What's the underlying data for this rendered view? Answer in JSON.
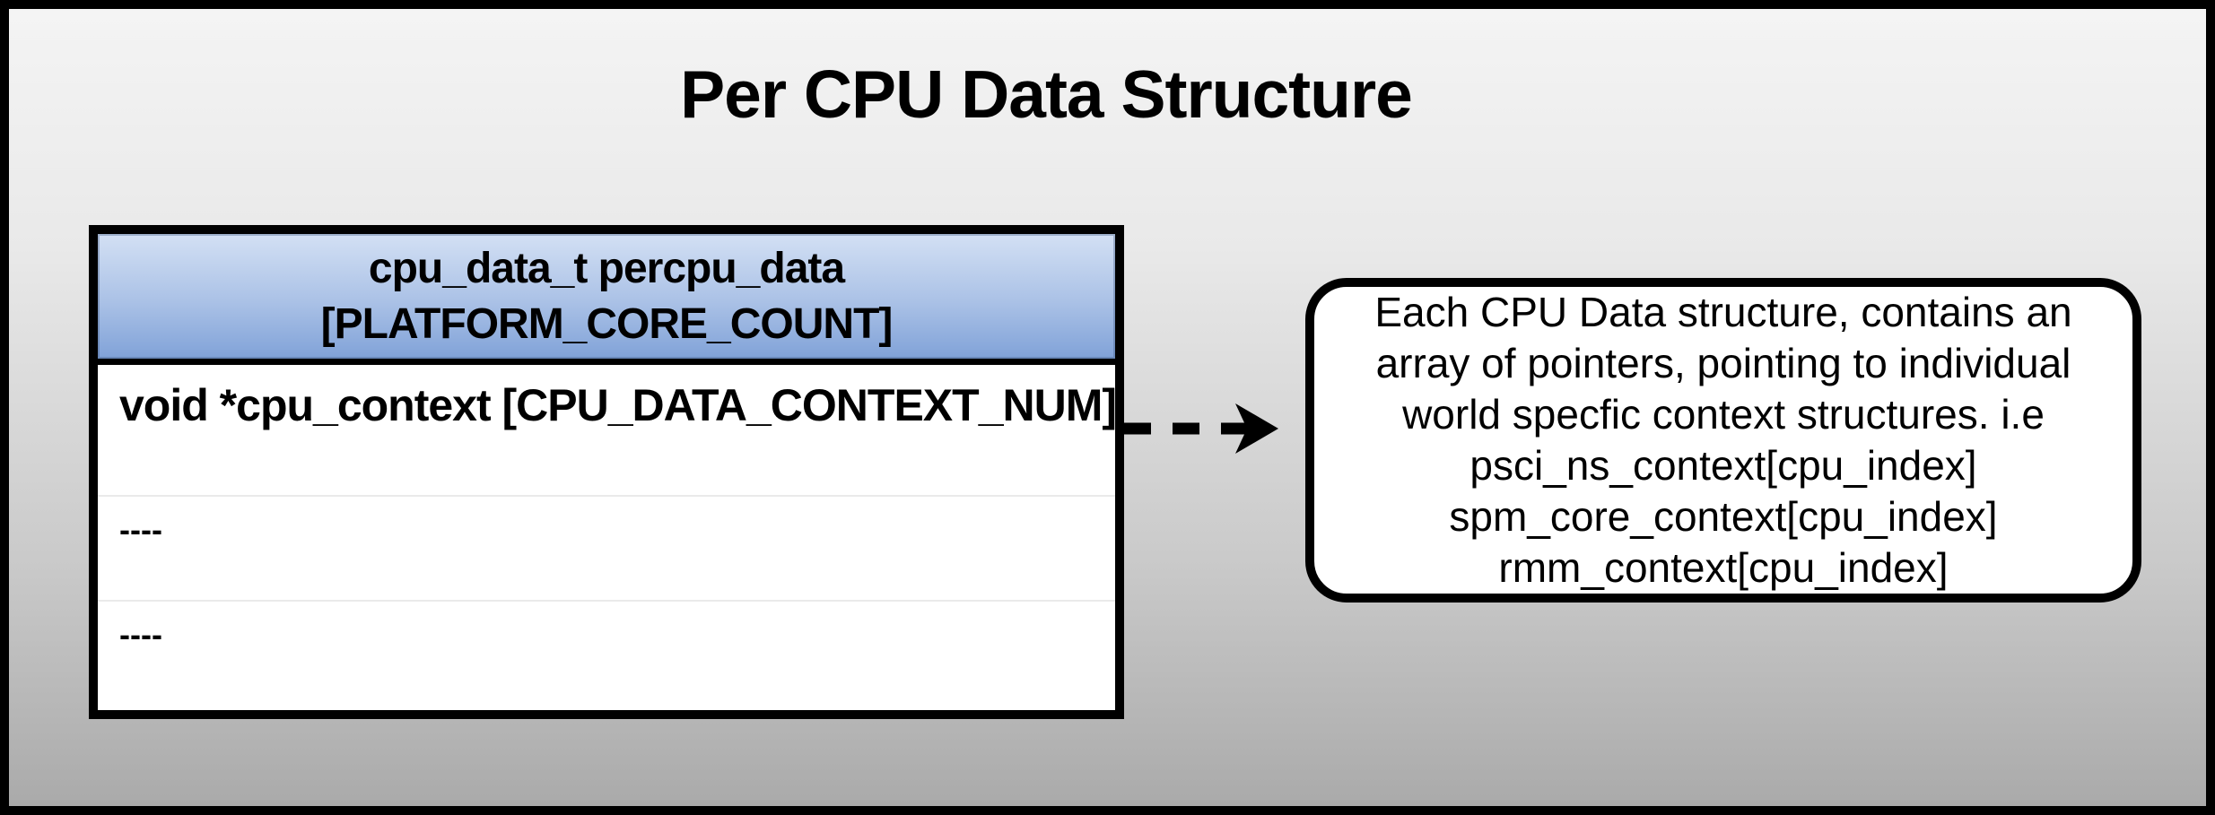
{
  "title": "Per CPU Data Structure",
  "table": {
    "header": {
      "line1": "cpu_data_t percpu_data",
      "line2": "[PLATFORM_CORE_COUNT]"
    },
    "rows": [
      {
        "text": "void *cpu_context [CPU_DATA_CONTEXT_NUM]"
      },
      {
        "text": "----"
      },
      {
        "text": "----"
      }
    ]
  },
  "connector": {
    "style": "dashed",
    "direction": "right"
  },
  "callout": {
    "lines": [
      "Each CPU Data structure, contains an",
      "array of pointers, pointing to individual",
      "world specfic context structures. i.e",
      "psci_ns_context[cpu_index]",
      "spm_core_context[cpu_index]",
      "rmm_context[cpu_index]"
    ]
  },
  "colors": {
    "background_top": "#f4f4f4",
    "background_bottom": "#aaaaaa",
    "header_gradient_top": "#d3e0f4",
    "header_gradient_bottom": "#80a2d8",
    "border": "#000000",
    "row_separator": "#eaeaea",
    "table_body": "#ffffff"
  }
}
